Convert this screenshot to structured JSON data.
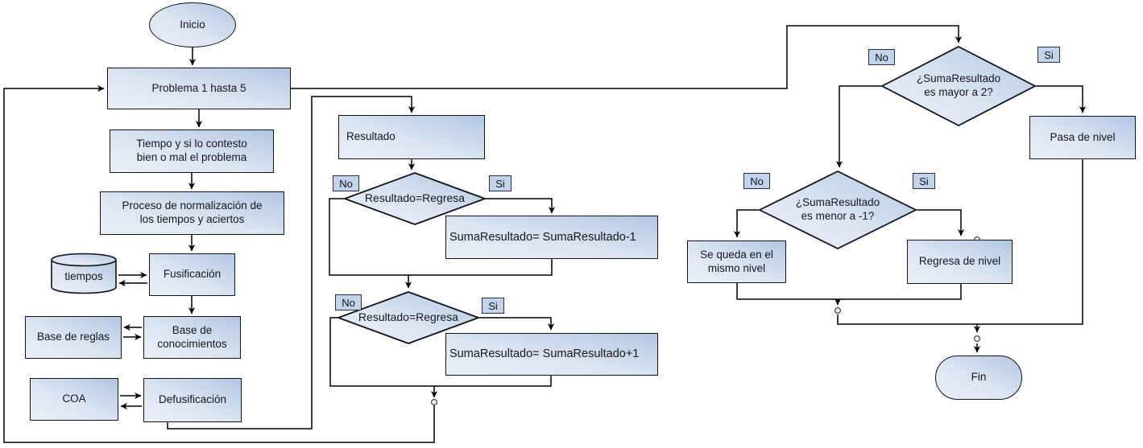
{
  "diagram": {
    "type": "flowchart",
    "language": "es",
    "description": "Diagrama de flujo de un sistema difuso para pasar, mantener o regresar de nivel"
  },
  "nodes": {
    "inicio": {
      "label": "Inicio",
      "shape": "terminator"
    },
    "problema": {
      "label": "Problema 1 hasta 5",
      "shape": "process"
    },
    "tiempo_contesto": {
      "label": "Tiempo y si lo contesto\nbien o mal el problema",
      "shape": "process"
    },
    "proceso_normalizacion": {
      "label": "Proceso de normalización de\nlos tiempos y aciertos",
      "shape": "process"
    },
    "tiempos": {
      "label": "tiempos",
      "shape": "datastore-cylinder"
    },
    "fusificacion": {
      "label": "Fusificación",
      "shape": "process"
    },
    "base_reglas": {
      "label": "Base de reglas",
      "shape": "process"
    },
    "base_conocimientos": {
      "label": "Base de\nconocimientos",
      "shape": "process"
    },
    "coa": {
      "label": "COA",
      "shape": "process"
    },
    "defusificacion": {
      "label": "Defusificación",
      "shape": "process"
    },
    "resultado": {
      "label": "Resultado",
      "shape": "process"
    },
    "decision_regresa_1": {
      "label": "Resultado=Regresa",
      "shape": "decision"
    },
    "suma_resta": {
      "label": "SumaResultado= SumaResultado-1",
      "shape": "process"
    },
    "decision_regresa_2": {
      "label": "Resultado=Regresa",
      "shape": "decision"
    },
    "suma_suma": {
      "label": "SumaResultado= SumaResultado+1",
      "shape": "process"
    },
    "decision_mayor": {
      "label": "¿SumaResultado\nes mayor a 2?",
      "shape": "decision"
    },
    "pasa_nivel": {
      "label": "Pasa de nivel",
      "shape": "process"
    },
    "decision_menor": {
      "label": "¿SumaResultado\nes menor a -1?",
      "shape": "decision"
    },
    "se_queda": {
      "label": "Se queda en el\nmismo nivel",
      "shape": "process"
    },
    "regresa_nivel": {
      "label": "Regresa de nivel",
      "shape": "process"
    },
    "fin": {
      "label": "Fin",
      "shape": "terminator"
    }
  },
  "branch_labels": {
    "d1_no": "No",
    "d1_si": "Si",
    "d2_no": "No",
    "d2_si": "Si",
    "mayor_no": "No",
    "mayor_si": "Si",
    "menor_no": "No",
    "menor_si": "Si"
  },
  "edges": [
    {
      "from": "inicio",
      "to": "problema"
    },
    {
      "from": "problema",
      "to": "tiempo_contesto"
    },
    {
      "from": "tiempo_contesto",
      "to": "proceso_normalizacion"
    },
    {
      "from": "proceso_normalizacion",
      "to": "fusificacion"
    },
    {
      "from": "tiempos",
      "to": "fusificacion",
      "bidirectional": true
    },
    {
      "from": "fusificacion",
      "to": "base_conocimientos"
    },
    {
      "from": "base_conocimientos",
      "to": "base_reglas",
      "bidirectional": true
    },
    {
      "from": "coa",
      "to": "defusificacion",
      "bidirectional": true
    },
    {
      "from": "defusificacion",
      "to": "resultado"
    },
    {
      "from": "resultado",
      "to": "decision_regresa_1"
    },
    {
      "from": "decision_regresa_1",
      "to": "suma_resta",
      "branch": "Si"
    },
    {
      "from": "decision_regresa_1",
      "to": "decision_regresa_2",
      "branch": "No"
    },
    {
      "from": "suma_resta",
      "to": "decision_regresa_2"
    },
    {
      "from": "decision_regresa_2",
      "to": "suma_suma",
      "branch": "Si"
    },
    {
      "from": "decision_regresa_2",
      "to": "problema",
      "branch": "No"
    },
    {
      "from": "suma_suma",
      "to": "problema"
    },
    {
      "from": "problema",
      "to": "decision_mayor"
    },
    {
      "from": "decision_mayor",
      "to": "pasa_nivel",
      "branch": "Si"
    },
    {
      "from": "decision_mayor",
      "to": "decision_menor",
      "branch": "No"
    },
    {
      "from": "decision_menor",
      "to": "se_queda",
      "branch": "No"
    },
    {
      "from": "decision_menor",
      "to": "regresa_nivel",
      "branch": "Si"
    },
    {
      "from": "se_queda",
      "to": "fin"
    },
    {
      "from": "regresa_nivel",
      "to": "fin"
    },
    {
      "from": "pasa_nivel",
      "to": "fin"
    }
  ],
  "colors": {
    "node_fill_light": "#eaf0f8",
    "node_fill_dark": "#b3c6e2",
    "node_border": "#10141b",
    "badge_fill": "#c3d3ea",
    "badge_border": "#22304a",
    "connector": "#000000",
    "background": "#ffffff",
    "text": "#15181d"
  }
}
